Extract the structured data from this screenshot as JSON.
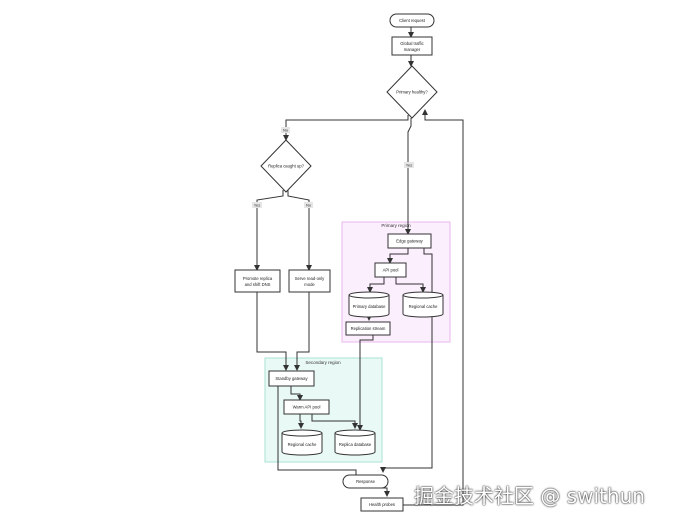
{
  "nodes": {
    "client_request": "Client request",
    "global_traffic_manager": [
      "Global traffic",
      "manager"
    ],
    "primary_healthy": "Primary healthy?",
    "replica_caught_up": "Replica caught up?",
    "promote_replica": [
      "Promote replica",
      "and shift DNS"
    ],
    "serve_read_only": [
      "Serve read-only",
      "mode"
    ],
    "edge_gateway": "Edge gateway",
    "api_pool": "API pool",
    "primary_database": "Primary database",
    "regional_cache_primary": "Regional cache",
    "replication_stream": "Replication stream",
    "standby_gateway": "Standby gateway",
    "warm_api_pool": "Warm API pool",
    "regional_cache_secondary": "Regional cache",
    "replica_database": "Replica database",
    "response": "Response",
    "health_probes": "Health probes"
  },
  "groups": {
    "primary_region": "Primary region",
    "secondary_region": "Secondary region"
  },
  "edge_labels": {
    "primary_no": "No",
    "primary_yes": "Yes",
    "replica_yes": "Yes",
    "replica_no": "No"
  },
  "colors": {
    "primary_region_fill": "#fbeefd",
    "primary_region_stroke": "#e9b8ef",
    "secondary_region_fill": "#e9f9f5",
    "secondary_region_stroke": "#a9e2d3",
    "node_stroke": "#333333",
    "edge": "#333333"
  },
  "watermark": "掘金技术社区 @ swithun"
}
